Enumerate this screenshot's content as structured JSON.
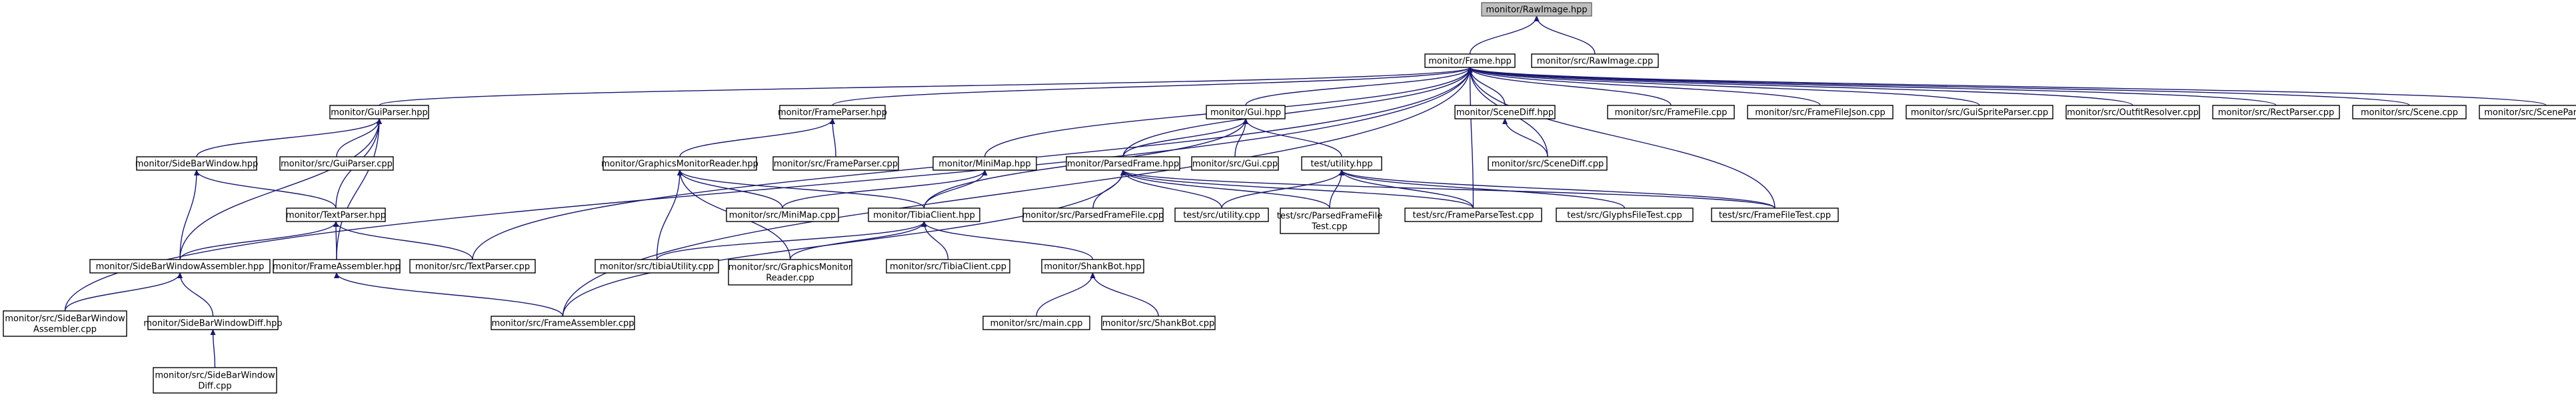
{
  "colors": {
    "edge": "#191970",
    "root_fill": "#bfbfbf",
    "node_fill": "#ffffff",
    "node_stroke": "#000000"
  },
  "nodes": {
    "rawimage_hpp": [
      "monitor/RawImage.hpp"
    ],
    "frame_hpp": [
      "monitor/Frame.hpp"
    ],
    "rawimage_cpp": [
      "monitor/src/RawImage.cpp"
    ],
    "guiparser_hpp": [
      "monitor/GuiParser.hpp"
    ],
    "frameparser_hpp": [
      "monitor/FrameParser.hpp"
    ],
    "gui_hpp": [
      "monitor/Gui.hpp"
    ],
    "scenediff_hpp": [
      "monitor/SceneDiff.hpp"
    ],
    "framefile_cpp": [
      "monitor/src/FrameFile.cpp"
    ],
    "framefilejson_cpp": [
      "monitor/src/FrameFileJson.cpp"
    ],
    "guispriteparser_cpp": [
      "monitor/src/GuiSpriteParser.cpp"
    ],
    "outfitresolver_cpp": [
      "monitor/src/OutfitResolver.cpp"
    ],
    "rectparser_cpp": [
      "monitor/src/RectParser.cpp"
    ],
    "scene_cpp": [
      "monitor/src/Scene.cpp"
    ],
    "sceneparser_cpp": [
      "monitor/src/SceneParser.cpp"
    ],
    "sidebarwindow_hpp": [
      "monitor/SideBarWindow.hpp"
    ],
    "guiparser_cpp": [
      "monitor/src/GuiParser.cpp"
    ],
    "graphicsmonitorreader_hpp": [
      "monitor/GraphicsMonitorReader.hpp"
    ],
    "frameparser_cpp": [
      "monitor/src/FrameParser.cpp"
    ],
    "minimap_hpp": [
      "monitor/MiniMap.hpp"
    ],
    "parsedframe_hpp": [
      "monitor/ParsedFrame.hpp"
    ],
    "gui_cpp": [
      "monitor/src/Gui.cpp"
    ],
    "test_utility_hpp": [
      "test/utility.hpp"
    ],
    "scenediff_cpp": [
      "monitor/src/SceneDiff.cpp"
    ],
    "textparser_hpp": [
      "monitor/TextParser.hpp"
    ],
    "minimap_cpp": [
      "monitor/src/MiniMap.cpp"
    ],
    "tibiaclient_hpp": [
      "monitor/TibiaClient.hpp"
    ],
    "parsedframefile_cpp": [
      "monitor/src/ParsedFrameFile.cpp"
    ],
    "test_utility_cpp": [
      "test/src/utility.cpp"
    ],
    "test_parsedframefile_cpp": [
      "test/src/ParsedFrameFile",
      "Test.cpp"
    ],
    "frameparsetest_cpp": [
      "test/src/FrameParseTest.cpp"
    ],
    "glyphsfiletest_cpp": [
      "test/src/GlyphsFileTest.cpp"
    ],
    "framefiletest_cpp": [
      "test/src/FrameFileTest.cpp"
    ],
    "sidebarwindowassembler_hpp": [
      "monitor/SideBarWindowAssembler.hpp"
    ],
    "frameassembler_hpp": [
      "monitor/FrameAssembler.hpp"
    ],
    "textparser_cpp": [
      "monitor/src/TextParser.cpp"
    ],
    "tibiautility_cpp": [
      "monitor/src/tibiaUtility.cpp"
    ],
    "graphicsmonitorreader_cpp": [
      "monitor/src/GraphicsMonitor",
      "Reader.cpp"
    ],
    "tibiaclient_cpp": [
      "monitor/src/TibiaClient.cpp"
    ],
    "shankbot_hpp": [
      "monitor/ShankBot.hpp"
    ],
    "sidebarwindowassembler_cpp": [
      "monitor/src/SideBarWindow",
      "Assembler.cpp"
    ],
    "sidebarwindowdiff_hpp": [
      "monitor/SideBarWindowDiff.hpp"
    ],
    "frameassembler_cpp": [
      "monitor/src/FrameAssembler.cpp"
    ],
    "main_cpp": [
      "monitor/src/main.cpp"
    ],
    "shankbot_cpp": [
      "monitor/src/ShankBot.cpp"
    ],
    "sidebarwindowdiff_cpp": [
      "monitor/src/SideBarWindow",
      "Diff.cpp"
    ]
  }
}
